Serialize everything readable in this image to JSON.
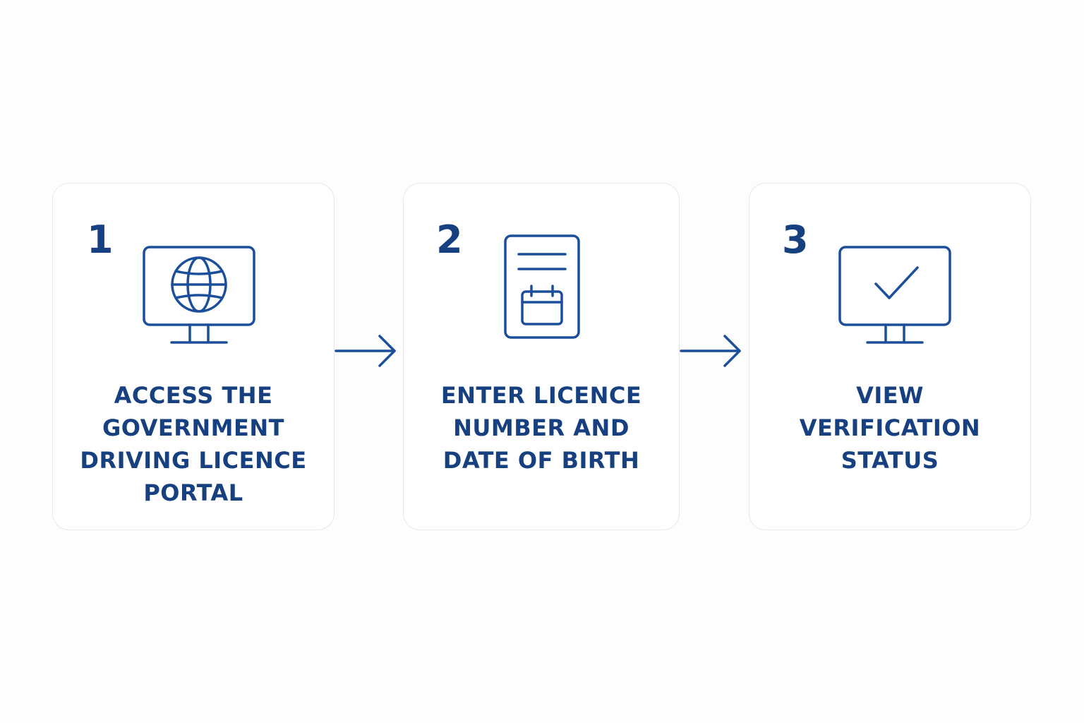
{
  "colors": {
    "primary": "#16407f",
    "icon": "#1b4f9c",
    "card_border": "#e6e8ec",
    "background": "#fdfdfd"
  },
  "steps": [
    {
      "number": "1",
      "icon": "monitor-globe-icon",
      "label_lines": [
        "ACCESS THE",
        "GOVERNMENT",
        "DRIVING LICENCE",
        "PORTAL"
      ]
    },
    {
      "number": "2",
      "icon": "document-calendar-icon",
      "label_lines": [
        "ENTER LICENCE",
        "NUMBER AND",
        "DATE OF BIRTH"
      ]
    },
    {
      "number": "3",
      "icon": "monitor-check-icon",
      "label_lines": [
        "VIEW",
        "VERIFICATION",
        "STATUS"
      ]
    }
  ],
  "connectors": [
    "arrow-right-icon",
    "arrow-right-icon"
  ]
}
